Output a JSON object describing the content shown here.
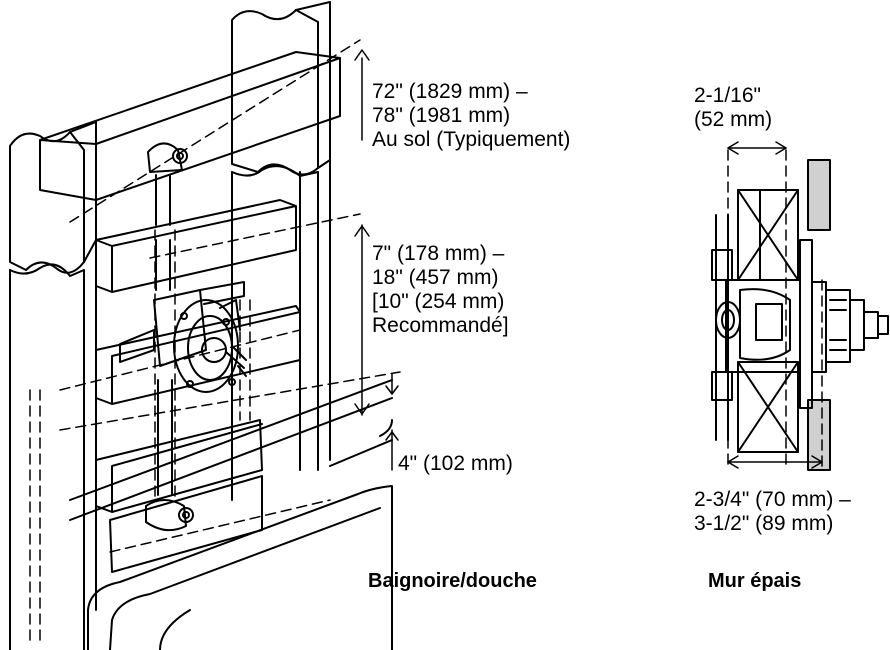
{
  "tub_shower_view": {
    "height_label": [
      "72\" (1829 mm) –",
      "78\" (1981 mm)",
      "Au sol (Typiquement)"
    ],
    "valve_label": [
      "7\" (178 mm) –",
      "18\" (457 mm)",
      "[10\" (254 mm)",
      "Recommandé]"
    ],
    "tub_rim_label": "4\" (102 mm)",
    "caption": "Baignoire/douche"
  },
  "thick_wall_view": {
    "top_label": [
      "2-1/16\"",
      "(52 mm)"
    ],
    "bottom_label": [
      "2-3/4\" (70 mm) –",
      "3-1/2\" (89 mm)"
    ],
    "caption": "Mur épais"
  },
  "colors": {
    "line": "#000000",
    "wall": "#d0d0d0",
    "background": "#ffffff"
  }
}
